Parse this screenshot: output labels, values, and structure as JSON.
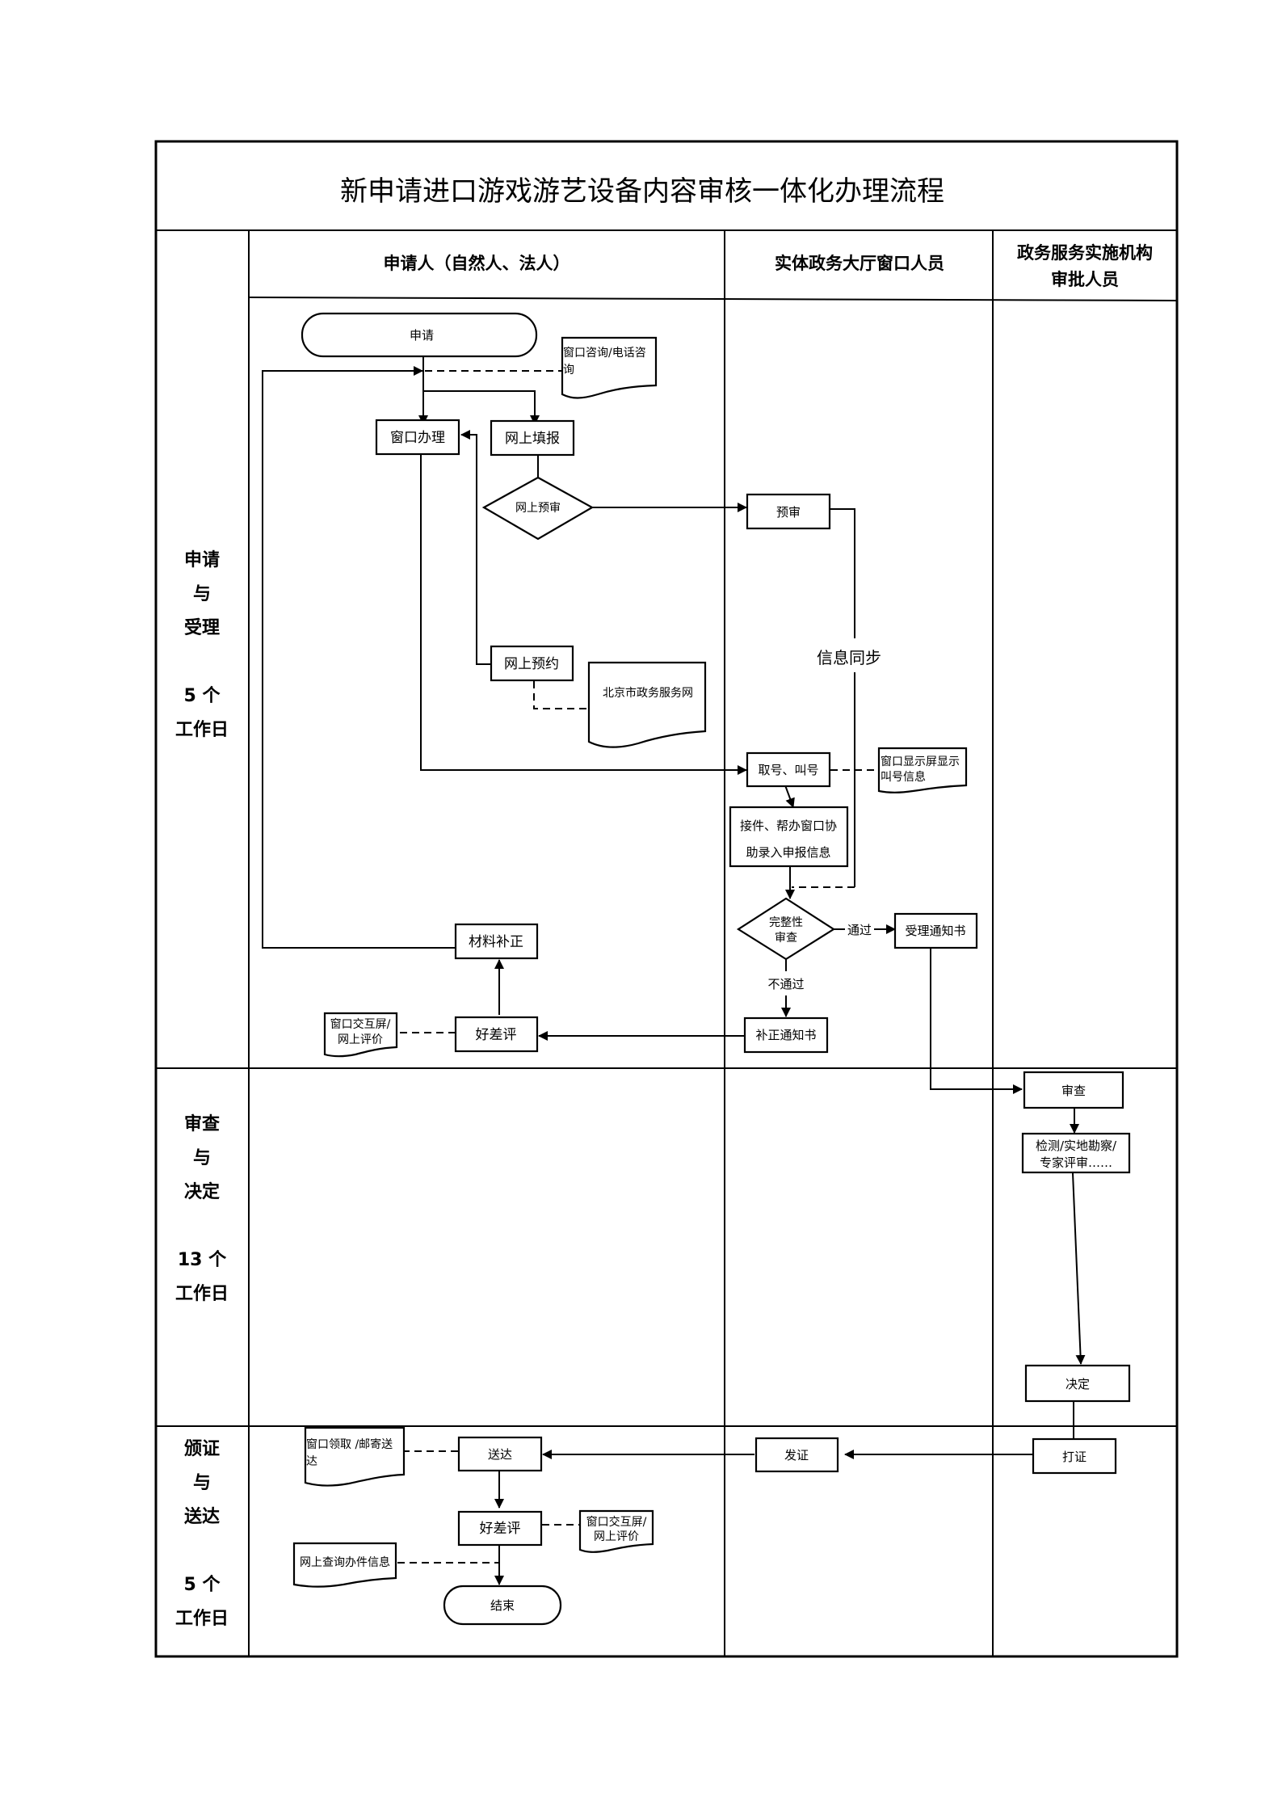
{
  "title": "新申请进口游戏游艺设备内容审核一体化办理流程",
  "lanes": {
    "applicant": "申请人（自然人、法人）",
    "window_staff": "实体政务大厅窗口人员",
    "approver_line1": "政务服务实施机构",
    "approver_line2": "审批人员"
  },
  "phases": [
    {
      "name_lines": [
        "申请",
        "与",
        "受理"
      ],
      "days": [
        "5 个",
        "工作日"
      ]
    },
    {
      "name_lines": [
        "审查",
        "与",
        "决定"
      ],
      "days": [
        "13 个",
        "工作日"
      ]
    },
    {
      "name_lines": [
        "颁证",
        "与",
        "送达"
      ],
      "days": [
        "5 个",
        "工作日"
      ]
    }
  ],
  "nodes": {
    "apply": "申请",
    "consult_doc": [
      "窗口咨询/电话咨",
      "询"
    ],
    "window_handle": "窗口办理",
    "online_fill": "网上填报",
    "online_precheck": "网上预审",
    "precheck": "预审",
    "info_sync": "信息同步",
    "online_reserve": "网上预约",
    "bj_portal_doc": "北京市政务服务网",
    "take_number": "取号、叫号",
    "display_doc": [
      "窗口显示屏显示",
      "叫号信息"
    ],
    "receive_help": [
      "接件、帮办窗口协",
      "助录入申报信息"
    ],
    "completeness_check": [
      "完整性",
      "审查"
    ],
    "pass_label": "通过",
    "fail_label": "不通过",
    "accept_notice": "受理通知书",
    "correction_notice": "补正通知书",
    "rating_1": "好差评",
    "rating_doc_1": [
      "窗口交互屏/",
      "网上评价"
    ],
    "material_correction": "材料补正",
    "review": "审查",
    "inspection": [
      "检测/实地勘察/",
      "专家评审……"
    ],
    "decision": "决定",
    "print_cert": "打证",
    "issue_cert": "发证",
    "deliver": "送达",
    "deliver_doc": [
      "窗口领取 /邮寄送",
      "达"
    ],
    "rating_2": "好差评",
    "rating_doc_2": [
      "窗口交互屏/",
      "网上评价"
    ],
    "query_doc": "网上查询办件信息",
    "end": "结束"
  }
}
